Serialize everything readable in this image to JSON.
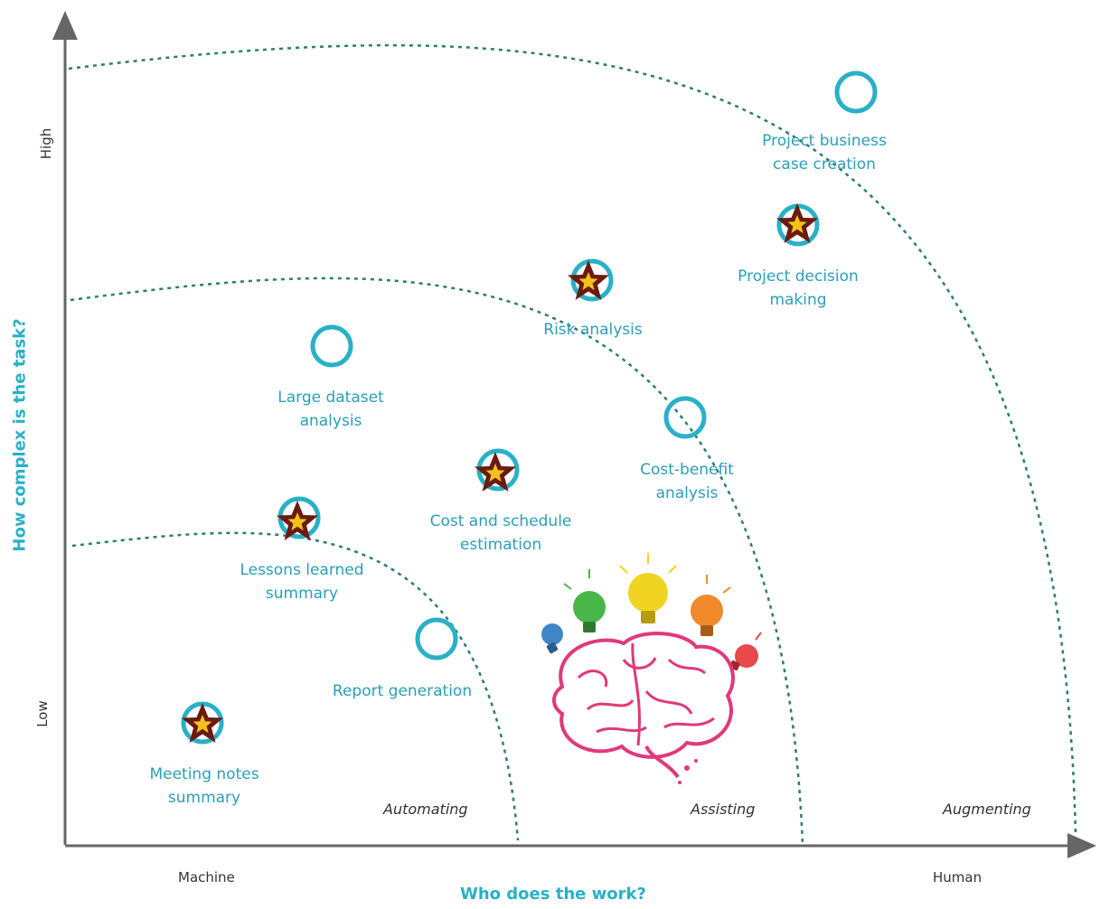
{
  "axes": {
    "x_title": "Who does the work?",
    "x_left": "Machine",
    "x_right": "Human",
    "y_title": "How complex is the task?",
    "y_low": "Low",
    "y_high": "High"
  },
  "zones": {
    "automating": "Automating",
    "assisting": "Assisting",
    "augmenting": "Augmenting"
  },
  "tasks": {
    "meeting_notes": {
      "label": "Meeting notes\nsummary",
      "starred": true
    },
    "report_generation": {
      "label": "Report generation",
      "starred": false
    },
    "lessons_learned": {
      "label": "Lessons learned\nsummary",
      "starred": true
    },
    "cost_schedule": {
      "label": "Cost and schedule\nestimation",
      "starred": true
    },
    "large_dataset": {
      "label": "Large dataset\nanalysis",
      "starred": false
    },
    "cost_benefit": {
      "label": "Cost-benefit\nanalysis",
      "starred": false
    },
    "risk_analysis": {
      "label": "Risk analysis",
      "starred": true
    },
    "project_decision": {
      "label": "Project decision\nmaking",
      "starred": true
    },
    "business_case": {
      "label": "Project business\ncase creation",
      "starred": false
    }
  },
  "colors": {
    "circle": "#2ab0c7",
    "label": "#2a9fb8",
    "dashed_curve": "#2e7d6b",
    "axis": "#666666",
    "star_fill": "#f2c21b",
    "star_outline": "#6b1a12",
    "brain": "#e0397a"
  },
  "decorations": {
    "brain_icon": "brain-with-lightbulbs-icon",
    "bulb_colors": [
      "#3f86c9",
      "#49b649",
      "#f1d422",
      "#f08a2a",
      "#e8494b"
    ]
  }
}
